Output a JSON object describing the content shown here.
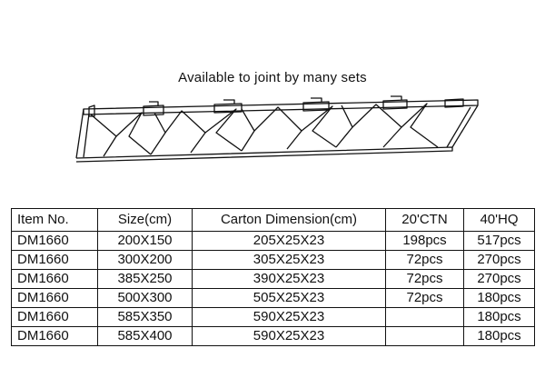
{
  "caption": "Available to joint by many sets",
  "table": {
    "headers": [
      "Item No.",
      "Size(cm)",
      "Carton Dimension(cm)",
      "20'CTN",
      "40'HQ"
    ],
    "rows": [
      [
        "DM1660",
        "200X150",
        "205X25X23",
        "198pcs",
        "517pcs"
      ],
      [
        "DM1660",
        "300X200",
        "305X25X23",
        "72pcs",
        "270pcs"
      ],
      [
        "DM1660",
        "385X250",
        "390X25X23",
        "72pcs",
        "270pcs"
      ],
      [
        "DM1660",
        "500X300",
        "505X25X23",
        "72pcs",
        "180pcs"
      ],
      [
        "DM1660",
        "585X350",
        "590X25X23",
        "",
        "180pcs"
      ],
      [
        "DM1660",
        "585X400",
        "590X25X23",
        "",
        "180pcs"
      ]
    ]
  }
}
